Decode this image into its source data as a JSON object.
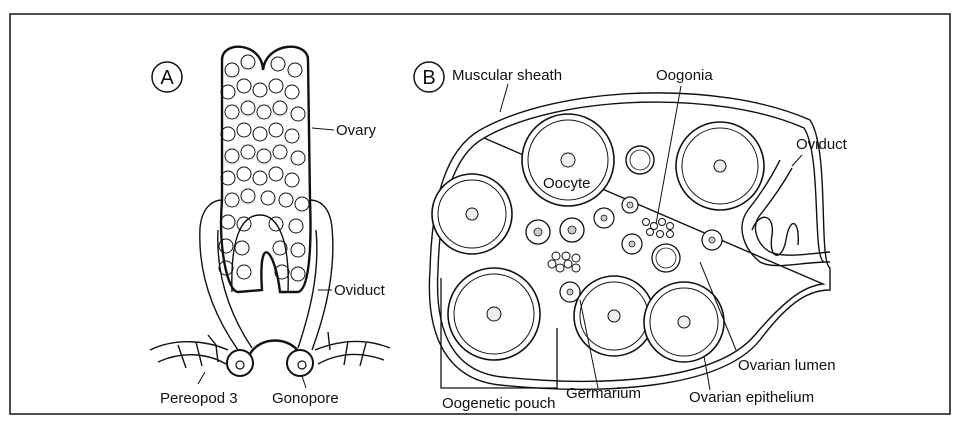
{
  "panel_a": {
    "letter": "A",
    "labels": {
      "ovary": "Ovary",
      "oviduct": "Oviduct",
      "pereopod": "Pereopod 3",
      "gonopore": "Gonopore"
    }
  },
  "panel_b": {
    "letter": "B",
    "labels": {
      "muscular_sheath": "Muscular sheath",
      "oogonia": "Oogonia",
      "oviduct": "Oviduct",
      "oocyte": "Oocyte",
      "ovarian_lumen": "Ovarian lumen",
      "germarium": "Germarium",
      "ovarian_epithelium": "Ovarian epithelium",
      "oogenetic_pouch": "Oogenetic pouch"
    }
  }
}
